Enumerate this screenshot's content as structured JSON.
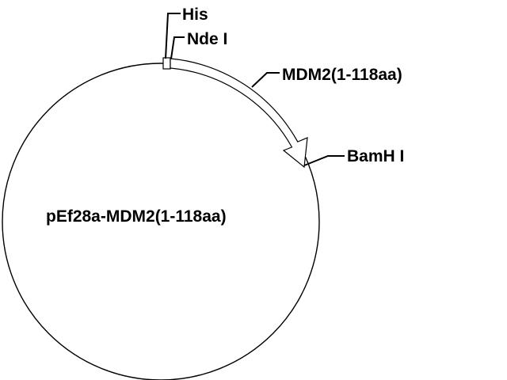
{
  "plasmid": {
    "name": "pEf28a-MDM2(1-118aa)"
  },
  "features": {
    "his_tag": "His",
    "nde_site": "Nde I",
    "insert": "MDM2(1-118aa)",
    "bamh_site": "BamH I"
  },
  "colors": {
    "stroke": "#000000",
    "fill": "#ffffff"
  }
}
